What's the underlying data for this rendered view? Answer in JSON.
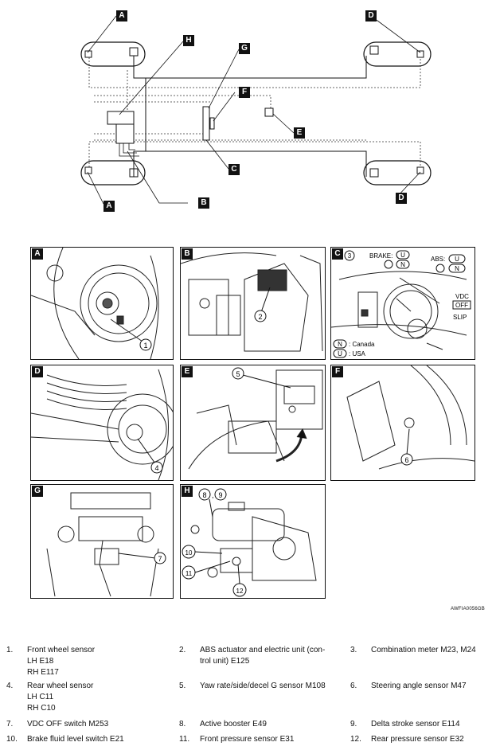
{
  "overview": {
    "tags": [
      "A",
      "A",
      "B",
      "C",
      "D",
      "D",
      "E",
      "F",
      "G",
      "H"
    ]
  },
  "panels": [
    {
      "id": "A",
      "callouts": [
        "1"
      ]
    },
    {
      "id": "B",
      "callouts": [
        "2"
      ]
    },
    {
      "id": "C",
      "callouts": [
        "3"
      ],
      "labels": {
        "brake": "BRAKE:",
        "abs": "ABS:",
        "u": "U",
        "n": "N",
        "vdc": "VDC",
        "off": "OFF",
        "slip": "SLIP",
        "key_n_code": "N",
        "key_n_text": ": Canada",
        "key_u_code": "U",
        "key_u_text": ": USA"
      }
    },
    {
      "id": "D",
      "callouts": [
        "4"
      ]
    },
    {
      "id": "E",
      "callouts": [
        "5"
      ]
    },
    {
      "id": "F",
      "callouts": [
        "6"
      ]
    },
    {
      "id": "G",
      "callouts": [
        "7"
      ]
    },
    {
      "id": "H",
      "callouts": [
        "8",
        "9",
        "10",
        "11",
        "12"
      ]
    }
  ],
  "figure_code": "AWFIA0056GB",
  "legend": [
    {
      "num": "1.",
      "lines": [
        "Front wheel sensor",
        "LH E18",
        "RH E117"
      ]
    },
    {
      "num": "2.",
      "lines": [
        "ABS actuator and electric unit (con-",
        "trol unit) E125"
      ]
    },
    {
      "num": "3.",
      "lines": [
        "Combination meter M23, M24"
      ]
    },
    {
      "num": "4.",
      "lines": [
        "Rear wheel sensor",
        "LH C11",
        "RH C10"
      ]
    },
    {
      "num": "5.",
      "lines": [
        "Yaw rate/side/decel G sensor M108"
      ]
    },
    {
      "num": "6.",
      "lines": [
        "Steering angle sensor M47"
      ]
    },
    {
      "num": "7.",
      "lines": [
        "VDC OFF switch M253"
      ]
    },
    {
      "num": "8.",
      "lines": [
        "Active booster E49"
      ]
    },
    {
      "num": "9.",
      "lines": [
        "Delta stroke sensor E114"
      ]
    },
    {
      "num": "10.",
      "lines": [
        "Brake fluid level switch E21"
      ]
    },
    {
      "num": "11.",
      "lines": [
        "Front pressure sensor E31"
      ]
    },
    {
      "num": "12.",
      "lines": [
        "Rear pressure sensor E32"
      ]
    }
  ]
}
